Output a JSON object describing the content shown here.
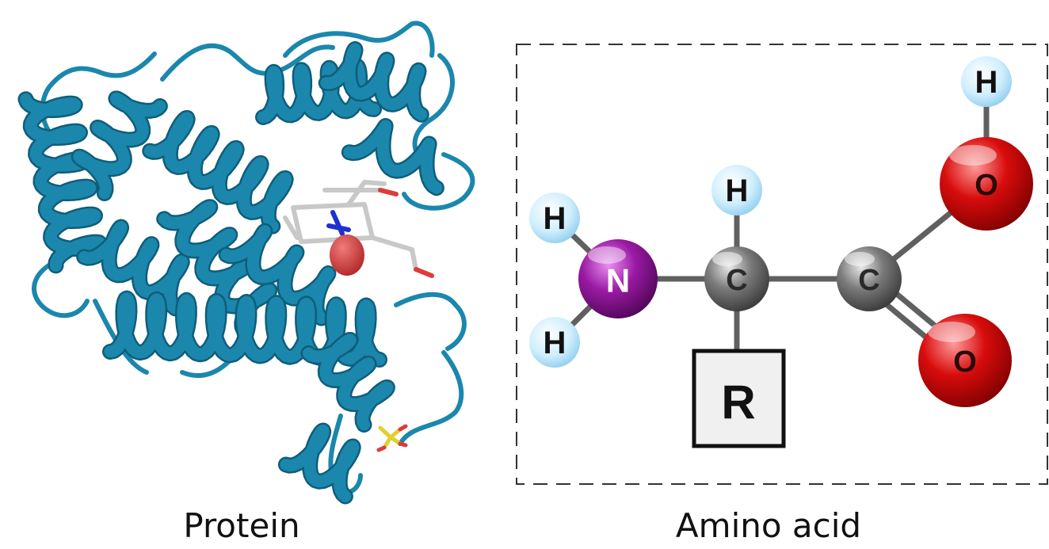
{
  "protein": {
    "caption": "Protein",
    "ribbon_color": "#1b87ad",
    "ligand_colors": {
      "carbon": "#c8c8c8",
      "nitrogen": "#1f2fd0",
      "oxygen": "#e03a3a",
      "sulfur": "#e0d030",
      "iron_oxygen_sphere": "#d03838"
    }
  },
  "amino_acid": {
    "caption": "Amino acid",
    "atoms": {
      "nitrogen": "N",
      "alpha_carbon": "C",
      "carboxyl_carbon": "C",
      "oxygen_top": "O",
      "oxygen_bottom": "O",
      "hydrogen_amine_top": "H",
      "hydrogen_amine_bottom": "H",
      "hydrogen_alpha": "H",
      "hydrogen_hydroxyl": "H"
    },
    "side_chain": "R",
    "colors": {
      "nitrogen": "#8a1192",
      "carbon": "#6c6c6c",
      "oxygen": "#d40c0c",
      "hydrogen": "#bfe6fb",
      "bond": "#606060",
      "box_fill": "#f0f0f0"
    }
  }
}
